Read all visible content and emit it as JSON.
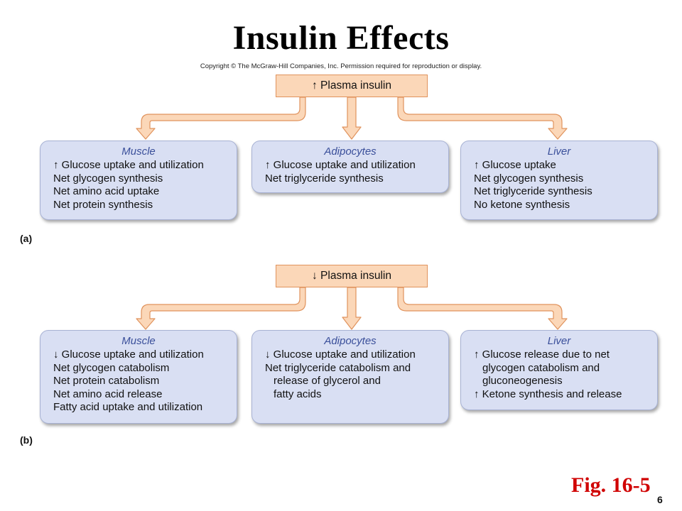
{
  "title": "Insulin Effects",
  "copyright": "Copyright © The McGraw-Hill Companies, Inc. Permission required for reproduction or display.",
  "panel_a": {
    "label": "(a)",
    "plasma": "↑ Plasma insulin",
    "muscle": {
      "title": "Muscle",
      "lines": [
        "↑ Glucose uptake and utilization",
        "Net glycogen synthesis",
        "Net amino acid uptake",
        "Net protein synthesis"
      ]
    },
    "adipocytes": {
      "title": "Adipocytes",
      "lines": [
        "↑ Glucose uptake and utilization",
        "Net triglyceride synthesis"
      ]
    },
    "liver": {
      "title": "Liver",
      "lines": [
        "↑ Glucose uptake",
        "Net glycogen synthesis",
        "Net triglyceride synthesis",
        "No ketone synthesis"
      ]
    }
  },
  "panel_b": {
    "label": "(b)",
    "plasma": "↓ Plasma insulin",
    "muscle": {
      "title": "Muscle",
      "lines": [
        "↓ Glucose uptake and utilization",
        "Net glycogen catabolism",
        "Net protein catabolism",
        "Net amino acid release",
        "Fatty acid uptake and utilization"
      ]
    },
    "adipocytes": {
      "title": "Adipocytes",
      "lines": [
        "↓ Glucose uptake and utilization",
        "Net triglyceride catabolism and",
        "release of glycerol and",
        "fatty acids"
      ]
    },
    "liver": {
      "title": "Liver",
      "lines": [
        "↑ Glucose release due to net",
        "glycogen catabolism and",
        "gluconeogenesis",
        "↑ Ketone synthesis and release"
      ]
    }
  },
  "figure_label": "Fig. 16-5",
  "page_number": "6",
  "colors": {
    "box_fill": "#d9dff3",
    "box_heading": "#3a4f9a",
    "arrow_fill": "#fbd7b8",
    "arrow_stroke": "#e0935d",
    "figure_label": "#d00000"
  }
}
